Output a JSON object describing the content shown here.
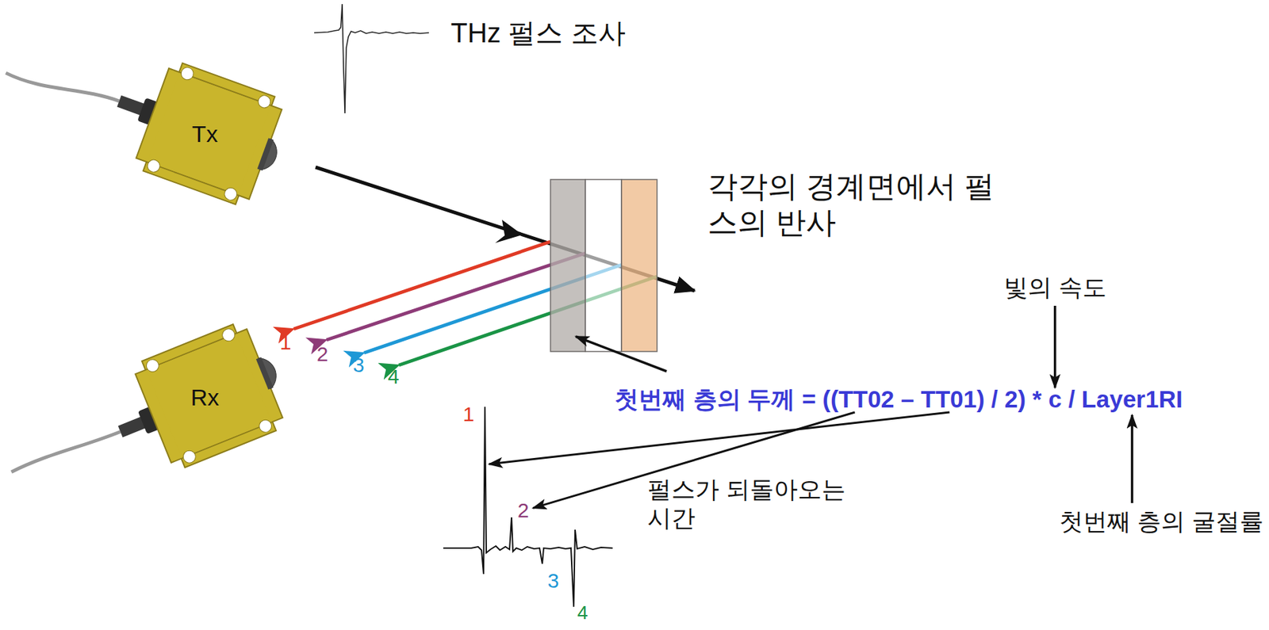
{
  "diagram": {
    "nodes": [
      {
        "text": [
          "Tx"
        ]
      },
      {
        "text": [
          "Rx"
        ]
      }
    ],
    "labels": [
      "THz 펄스 조사",
      "각각의 경계면에서 펄스의 반사",
      "1",
      "2",
      "3",
      "4",
      "첫번째 층의 두께 = ((TT02 – TT01) / 2) * c / Layer1RI",
      "빛의 속도",
      "펄스가 되돌아오는 시간",
      "첫번째 층의 굴절률",
      "1",
      "2",
      "3",
      "4"
    ]
  }
}
